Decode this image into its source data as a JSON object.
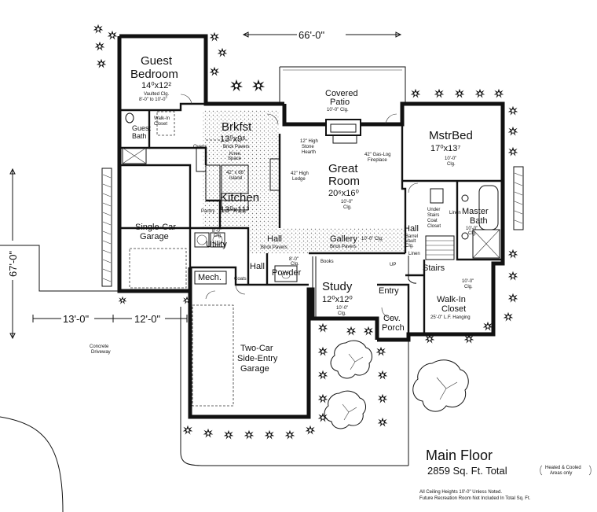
{
  "dimensions": {
    "width": "66'-0\"",
    "depth": "67'-0\"",
    "left_a": "13'-0\"",
    "left_b": "12'-0\""
  },
  "rooms": {
    "guest_bedroom": {
      "name_1": "Guest",
      "name_2": "Bedroom",
      "size": "14⁰x12²",
      "note_1": "Vaulted Clg.",
      "note_2": "8'-0\" to 10'-0\""
    },
    "guest_bath": {
      "name_1": "Guest",
      "name_2": "Bath"
    },
    "walkin_small": {
      "name_1": "Walk-In",
      "name_2": "Closet"
    },
    "brkfst": {
      "name": "Brkfst",
      "size": "13⁰x9⁶",
      "note": "Brick Pavers"
    },
    "knee": {
      "line_1": "Knee",
      "line_2": "Space"
    },
    "ovens": "Ovens",
    "island": {
      "line_1": "42\" x 66\"",
      "line_2": "Island"
    },
    "kitchen": {
      "name": "Kitchen",
      "size": "13⁰x11³"
    },
    "pantry": "Pantry",
    "ledge": {
      "line_1": "42\" High",
      "line_2": "Ledge"
    },
    "covered_patio": {
      "name_1": "Covered",
      "name_2": "Patio",
      "note": "10'-0\" Clg."
    },
    "hearth": {
      "line_1": "12\" High",
      "line_2": "Stone",
      "line_3": "Hearth"
    },
    "fireplace": {
      "line_1": "42\" Gas-Log",
      "line_2": "Fireplace"
    },
    "great_room": {
      "name_1": "Great",
      "name_2": "Room",
      "size": "20⁶x16⁰",
      "note_1": "10'-0\"",
      "note_2": "Clg."
    },
    "mstr_bed": {
      "name": "MstrBed",
      "size": "17⁰x13⁷",
      "note_1": "10'-0\"",
      "note_2": "Clg."
    },
    "single_garage": {
      "name_1": "Single-Car",
      "name_2": "Garage"
    },
    "utility": {
      "name": "Utility",
      "note_1": "8'-0\"",
      "note_2": "Clg."
    },
    "hall_1": {
      "name": "Hall",
      "note": "Brick Pavers"
    },
    "gallery": {
      "name": "Gallery",
      "note_1": "10'-0\" Clg.",
      "note_2": "Brick Pavers"
    },
    "hall_2": {
      "name": "Hall",
      "note_1": "Barrel",
      "note_2": "Vault",
      "note_3": "Clg."
    },
    "under_stairs": {
      "line_1": "Under",
      "line_2": "Stairs",
      "line_3": "Coat",
      "line_4": "Closet"
    },
    "linen": "Linen",
    "linen_2": "Linen",
    "master_bath": {
      "name_1": "Master",
      "name_2": "Bath",
      "note_1": "10'-0\"",
      "note_2": "Clg."
    },
    "mech": "Mech.",
    "coats": "Coats",
    "hall_3": "Hall",
    "powder": {
      "name": "Powder",
      "note_1": "8'-0\"",
      "note_2": "Clg."
    },
    "books": "Books",
    "study": {
      "name": "Study",
      "size": "12⁰x12⁰",
      "note_1": "10'-0\"",
      "note_2": "Clg."
    },
    "up": "UP",
    "stairs": "Stairs",
    "entry": "Entry",
    "walkin_closet": {
      "name_1": "Walk-In",
      "name_2": "Closet",
      "note": "25'-0\" L.F. Hanging",
      "clg_1": "10'-0\"",
      "clg_2": "Clg."
    },
    "cov_porch": {
      "name_1": "Cov.",
      "name_2": "Porch"
    },
    "two_car": {
      "name_1": "Two-Car",
      "name_2": "Side-Entry",
      "name_3": "Garage"
    },
    "driveway": {
      "name_1": "Concrete",
      "name_2": "Driveway"
    }
  },
  "footer": {
    "title": "Main Floor",
    "sqft": "2859 Sq. Ft. Total",
    "heated_1": "Heated & Cooled",
    "heated_2": "Areas only",
    "note_1": "All Ceiling Heights 10'-0\" Unless Noted.",
    "note_2": "Future Recreation Room Not Included In Total Sq. Ft."
  }
}
